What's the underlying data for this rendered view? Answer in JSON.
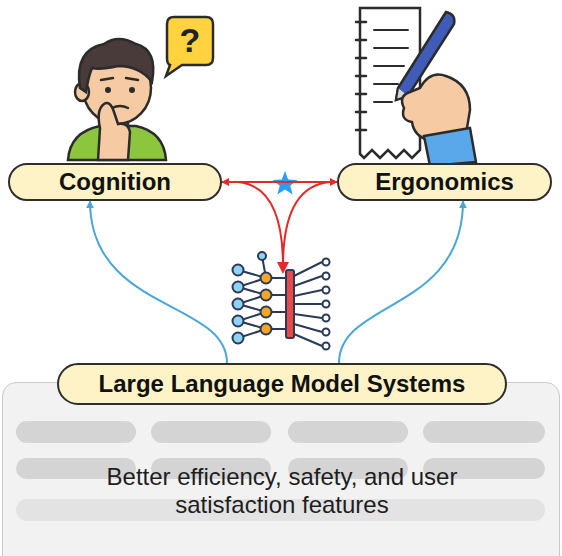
{
  "diagram": {
    "nodes": [
      {
        "text": [
          "Cognition"
        ]
      },
      {
        "text": [
          "Ergonomics"
        ]
      },
      {
        "text": [
          "Better efficiency, safety, and user satisfaction features"
        ]
      },
      {
        "text": [
          "Large Language Model Systems"
        ],
        "in": 2
      }
    ],
    "edges": [
      {
        "from": 0,
        "to": 1,
        "arrow": "both"
      },
      {
        "from": 3,
        "to": 0,
        "arrow": "to"
      },
      {
        "from": 3,
        "to": 1,
        "arrow": "to"
      }
    ],
    "labels": [
      "?"
    ]
  }
}
